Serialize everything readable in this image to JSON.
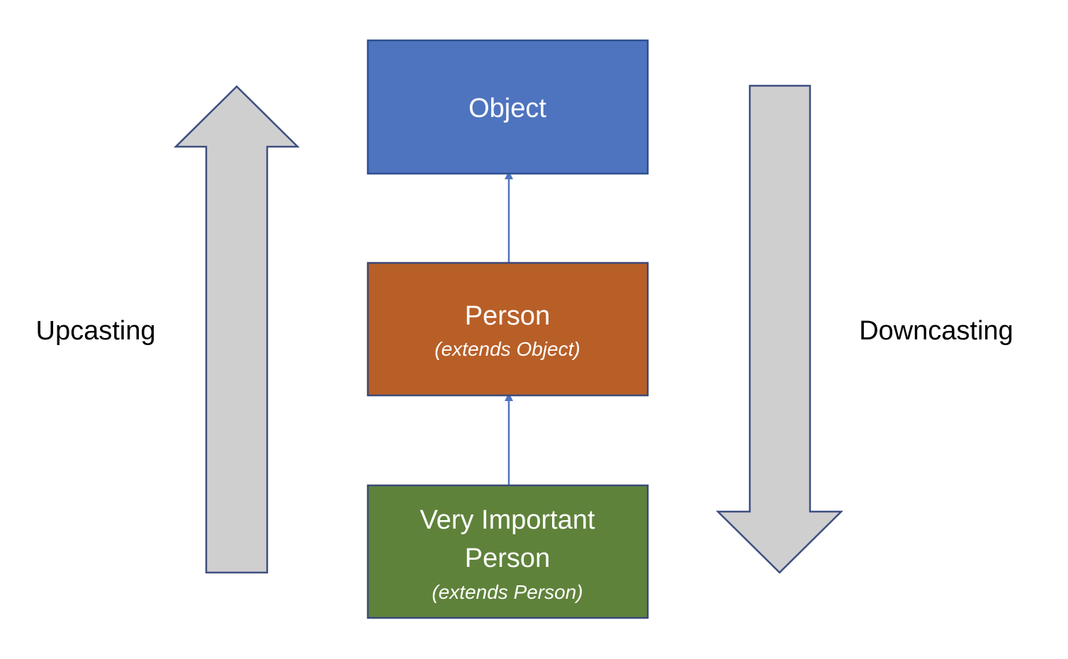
{
  "colors": {
    "object_fill": "#4f74bf",
    "object_stroke": "#2f4f8f",
    "person_fill": "#b85f28",
    "person_stroke": "#3a4a7a",
    "vip_fill": "#5f823b",
    "vip_stroke": "#3a4a7a",
    "connector": "#4f74bf",
    "big_arrow_fill": "#d0cfd0",
    "big_arrow_stroke": "#3d4f80"
  },
  "nodes": {
    "object": {
      "title": "Object"
    },
    "person": {
      "title": "Person",
      "subtitle": "(extends Object)"
    },
    "vip": {
      "title_line1": "Very Important",
      "title_line2": "Person",
      "subtitle": "(extends Person)"
    }
  },
  "edges": [
    {
      "from": "person",
      "to": "object"
    },
    {
      "from": "vip",
      "to": "person"
    }
  ],
  "labels": {
    "left": "Upcasting",
    "right": "Downcasting"
  }
}
